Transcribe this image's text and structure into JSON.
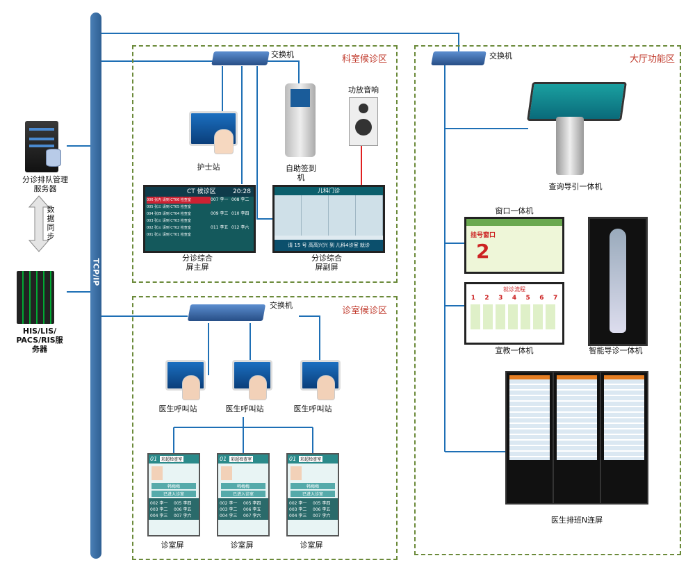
{
  "network": {
    "backbone_label": "TCP/IP"
  },
  "left": {
    "queue_server": "分诊排队管理\n服务器",
    "sync_label": "数\n据\n同\n步",
    "his_server": "HIS/LIS/\nPACS/RIS服\n务器"
  },
  "zones": {
    "dept_wait": "科室候诊区",
    "clinic_wait": "诊室候诊区",
    "hall": "大厅功能区"
  },
  "switch_label": "交换机",
  "dept_devices": {
    "nurse_station": "护士站",
    "self_checkin": "自助签到\n机",
    "speaker": "功放音响",
    "main_screen": "分诊综合\n屏主屏",
    "sub_screen": "分诊综合\n屏副屏"
  },
  "main_screen_content": {
    "header": "CT 候诊区",
    "time": "20:28",
    "rows": [
      "006 张内 请到 CT06 检查室",
      "005 张三 请到 CT05 检查室",
      "004 张四 请到 CT04 检查室",
      "003 张三 请到 CT03 检查室",
      "002 张三 请到 CT02 检查室",
      "001 张三 请到 CT01 检查室"
    ],
    "queue": [
      "007 李一",
      "008 李二",
      "009 李三",
      "010 李四",
      "011 李五",
      "012 李六"
    ]
  },
  "sub_screen_content": {
    "header": "儿科门诊",
    "footer": "请 15 号 高高兴兴 到 儿科4诊室 就诊"
  },
  "clinic_devices": {
    "doctor_call": "医生呼叫站",
    "room_screen": "诊室屏"
  },
  "room_screen_content": {
    "number": "01",
    "title": "彩超检查室",
    "doctor": "韩梅梅",
    "status": "已进入诊室",
    "queue": [
      "002 李一",
      "003 李二",
      "004 李三",
      "005 李四",
      "006 李五",
      "007 李六"
    ]
  },
  "hall_devices": {
    "query_kiosk": "查询导引一体机",
    "window_unit": "窗口一体机",
    "education_unit": "宣教一体机",
    "smart_guide": "智能导诊一体机",
    "doctor_schedule": "医生排班N连屏"
  },
  "window_content": {
    "title": "挂号窗口",
    "number": "2"
  },
  "education_content": {
    "title": "就诊流程",
    "steps": [
      "1",
      "2",
      "3",
      "4",
      "5",
      "6",
      "7"
    ]
  },
  "colors": {
    "backbone": "#3a6fa8",
    "line": "#1e6fb5",
    "audio_line": "#e02020",
    "zone_border": "#6b8a3a",
    "zone_title": "#c0392b"
  }
}
